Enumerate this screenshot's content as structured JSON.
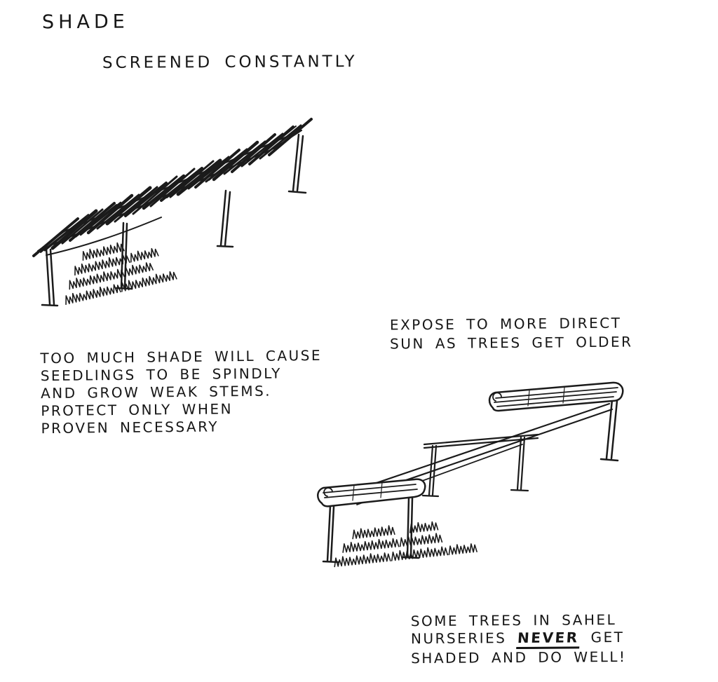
{
  "page": {
    "title": "SHADE",
    "subtitle": "SCREENED CONSTANTLY"
  },
  "notes": {
    "too_much_shade": {
      "lines": [
        "TOO MUCH SHADE WILL CAUSE",
        "SEEDLINGS TO BE SPINDLY",
        "AND GROW WEAK STEMS.",
        "PROTECT ONLY WHEN",
        "PROVEN NECESSARY"
      ]
    },
    "expose": {
      "lines": [
        "EXPOSE TO MORE DIRECT",
        "SUN AS TREES GET OLDER"
      ]
    },
    "sahel": {
      "line1": "SOME TREES IN SAHEL",
      "line2_pre": "NURSERIES",
      "line2_underlined": "NEVER",
      "line2_post": "GET",
      "line3": "SHADED AND DO WELL!"
    }
  },
  "colors": {
    "ink": "#1b1b1b",
    "paper": "#ffffff"
  }
}
